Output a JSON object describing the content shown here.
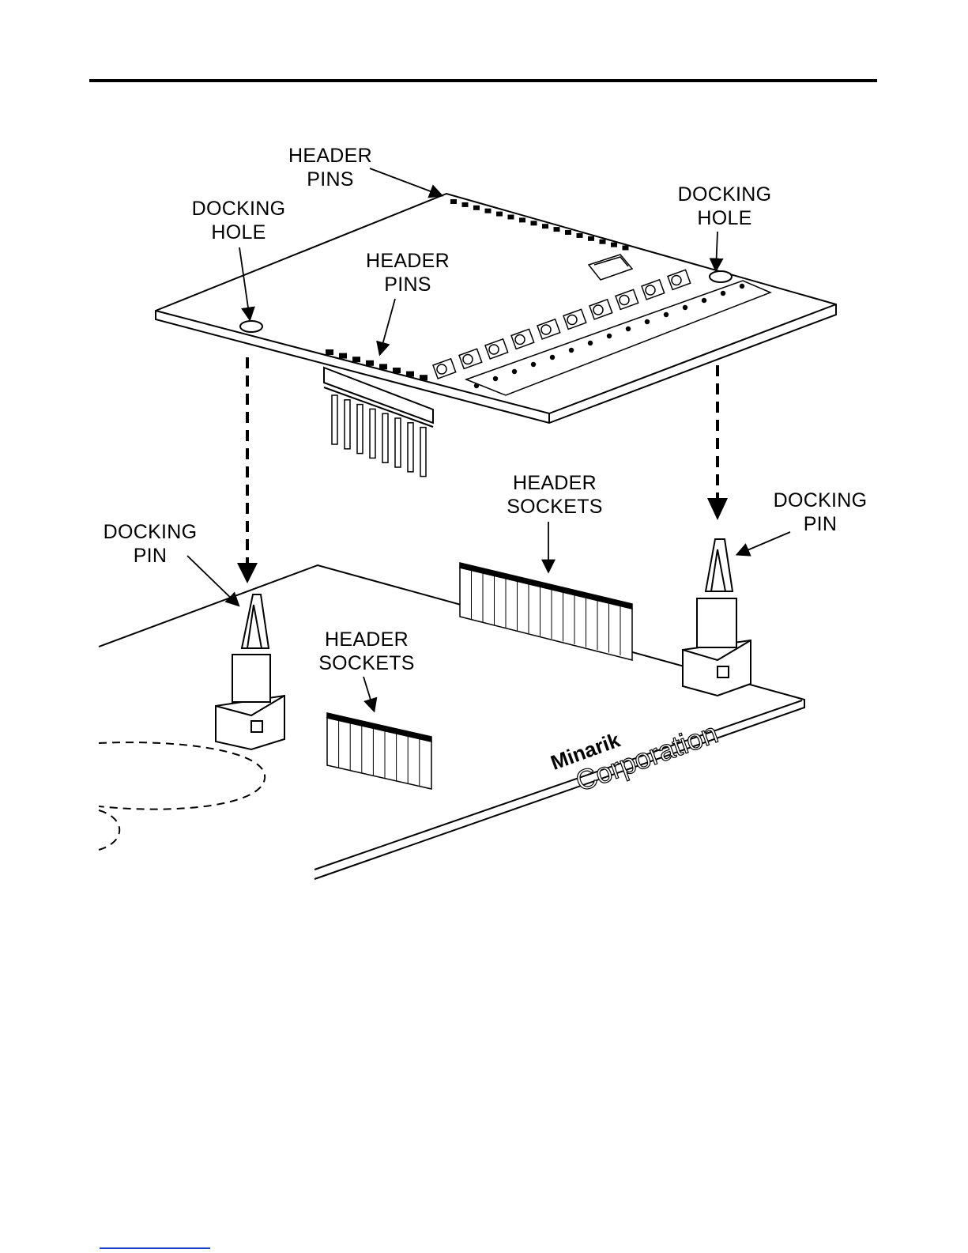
{
  "labels": {
    "header_pins_top": [
      "HEADER",
      "PINS"
    ],
    "docking_hole_left": [
      "DOCKING",
      "HOLE"
    ],
    "docking_hole_right": [
      "DOCKING",
      "HOLE"
    ],
    "header_pins_mid": [
      "HEADER",
      "PINS"
    ],
    "header_sockets_upper": [
      "HEADER",
      "SOCKETS"
    ],
    "docking_pin_right": [
      "DOCKING",
      "PIN"
    ],
    "docking_pin_left": [
      "DOCKING",
      "PIN"
    ],
    "header_sockets_lower": [
      "HEADER",
      "SOCKETS"
    ]
  },
  "board_text": {
    "brand": "Minarik",
    "company": "Corporation"
  },
  "colors": {
    "line": "#000000",
    "rule": "#000000",
    "link_underline": "#1a3ccc",
    "background": "#ffffff"
  }
}
